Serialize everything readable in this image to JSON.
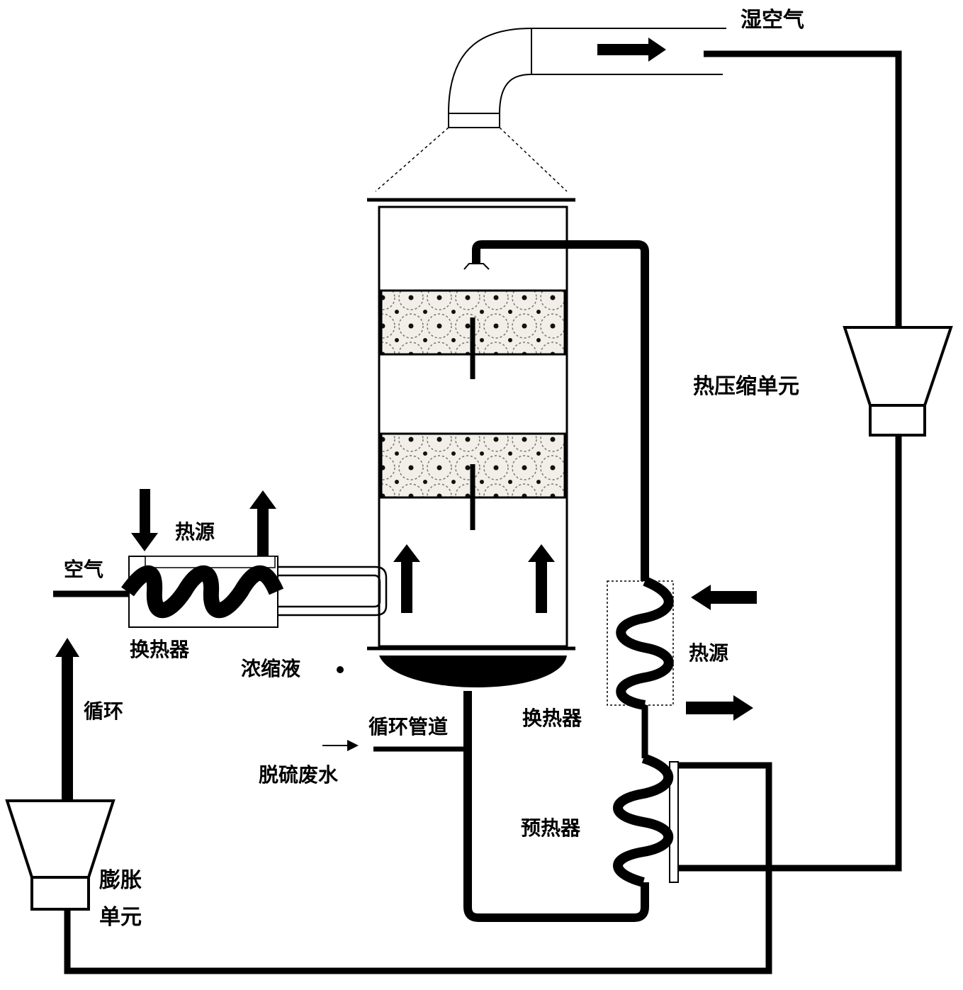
{
  "labels": {
    "wet_air": "湿空气",
    "thermo_compression_unit": "热压缩单元",
    "heat_source_left": "热源",
    "air": "空气",
    "heat_exchanger_left": "换热器",
    "concentrate": "浓缩液",
    "circulation": "循环",
    "circulation_pipe": "循环管道",
    "desulfurization_wastewater": "脱硫废水",
    "heat_source_right": "热源",
    "heat_exchanger_right": "换热器",
    "preheater": "预热器",
    "expansion_unit_line1": "膨胀",
    "expansion_unit_line2": "单元"
  },
  "colors": {
    "pipe": "#000000",
    "background": "#ffffff",
    "packing_fill": "#f2eee8"
  }
}
